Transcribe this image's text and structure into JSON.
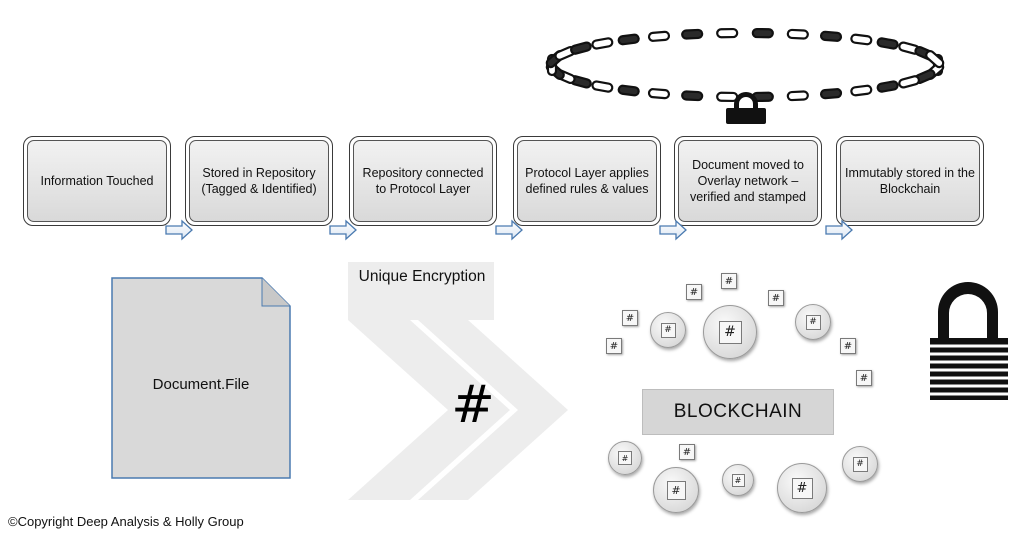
{
  "steps": [
    {
      "label": "Information Touched"
    },
    {
      "label": "Stored in Repository (Tagged & Identified)"
    },
    {
      "label": "Repository connected to Protocol Layer"
    },
    {
      "label": "Protocol Layer applies defined rules & values"
    },
    {
      "label": "Document moved to Overlay network – verified and stamped"
    },
    {
      "label": "Immutably stored in the Blockchain"
    }
  ],
  "document": {
    "label": "Document.File"
  },
  "encryption": {
    "label": "Unique Encryption",
    "symbol": "#"
  },
  "blockchain": {
    "label": "BLOCKCHAIN",
    "node_symbol": "#"
  },
  "copyright": "©Copyright Deep Analysis & Holly Group",
  "colors": {
    "box_fill_top": "#f2f2f2",
    "box_fill_bottom": "#d9d9d9",
    "arrow_outline": "#4a7ab0",
    "document_fill": "#d9d9d9",
    "chevron_fill": "#ededed",
    "blockchain_box": "#d6d6d6",
    "lock": "#111111"
  },
  "icons": [
    "chain-ring-icon",
    "padlock-small-icon",
    "arrow-right-icon",
    "document-icon",
    "double-chevron-icon",
    "padlock-icon"
  ]
}
